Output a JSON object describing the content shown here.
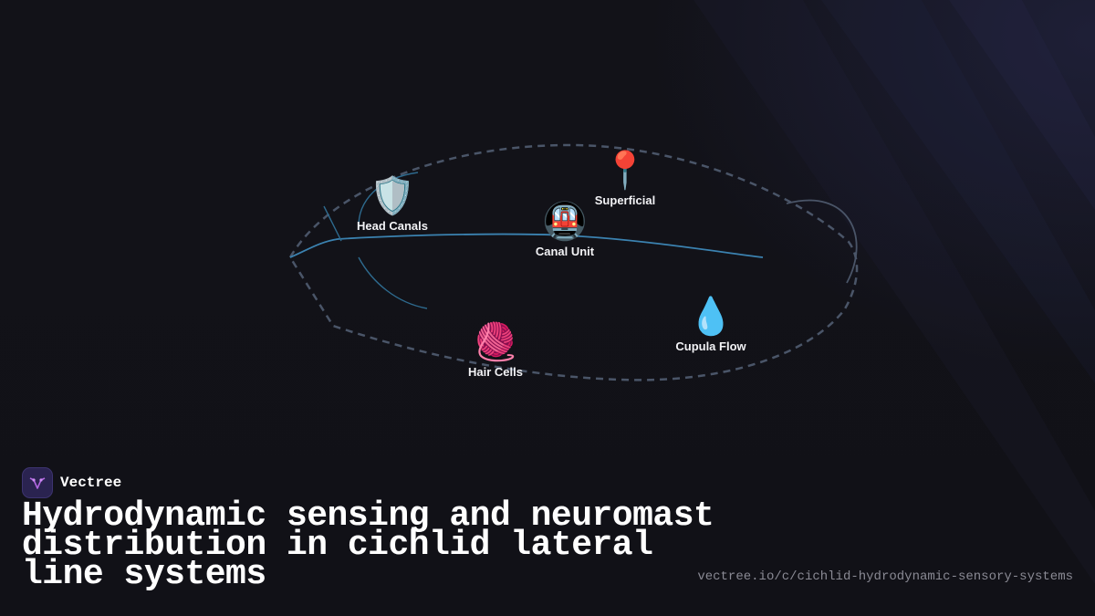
{
  "nodes": [
    {
      "label": "Head Canals",
      "icon": "shield-icon",
      "emoji": "🛡️"
    },
    {
      "label": "Superficial",
      "icon": "pin-icon",
      "emoji": "📍"
    },
    {
      "label": "Canal Unit",
      "icon": "train-icon",
      "emoji": "🚇"
    },
    {
      "label": "Cupula Flow",
      "icon": "droplet-icon",
      "emoji": "💧"
    },
    {
      "label": "Hair Cells",
      "icon": "yarn-icon",
      "emoji": "🧶"
    }
  ],
  "brand": {
    "name": "Vectree",
    "logo_icon": "vectree-logo-icon"
  },
  "title": "Hydrodynamic sensing and neuromast distribution in cichlid lateral line systems",
  "url": "vectree.io/c/cichlid-hydrodynamic-sensory-systems",
  "colors": {
    "background": "#111117",
    "outline_dashed": "#4a5568",
    "lateral_line": "#3b82b0",
    "logo_bg": "#2a2350",
    "logo_accent": "#b066e0",
    "text": "#ffffff",
    "url_text": "#8a8a94"
  }
}
